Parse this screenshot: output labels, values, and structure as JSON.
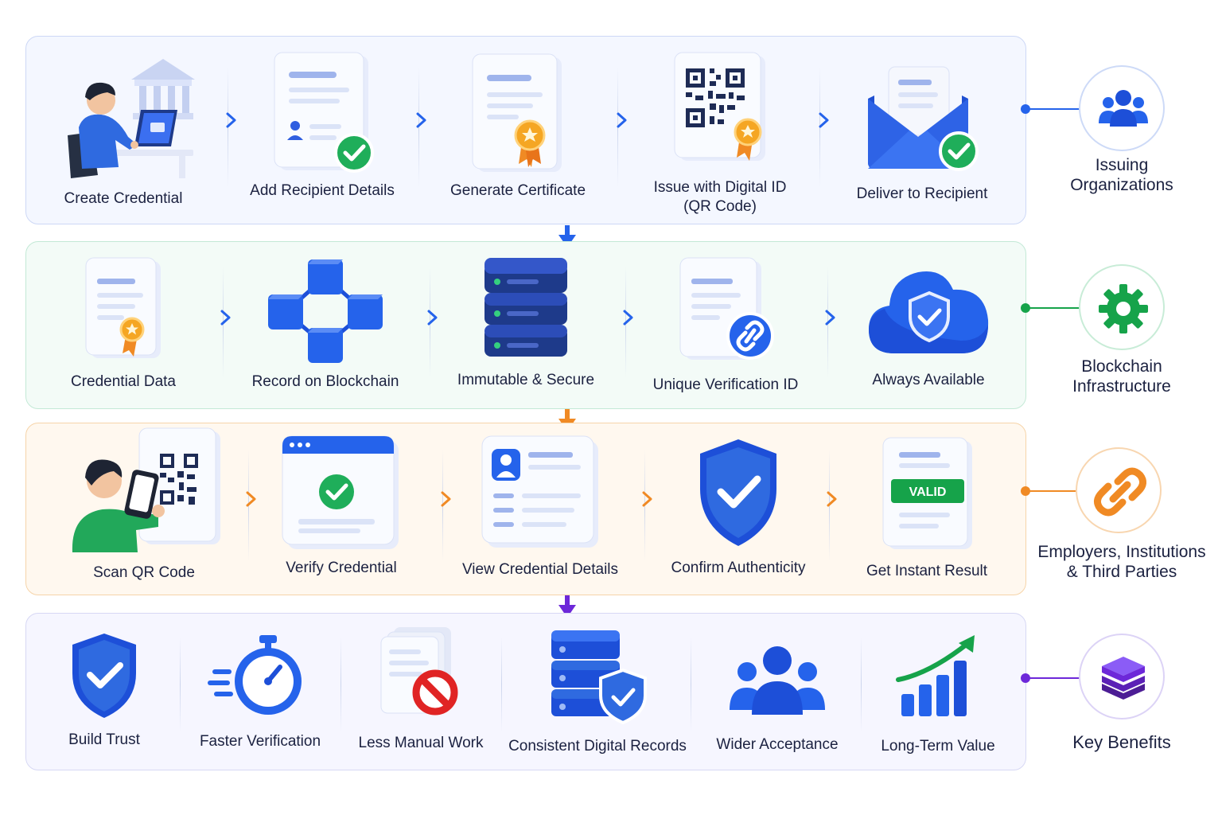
{
  "rows": [
    {
      "steps": [
        "Create Credential",
        "Add Recipient Details",
        "Generate Certificate",
        "Issue with Digital ID\n(QR Code)",
        "Deliver to Recipient"
      ],
      "icons": [
        "person-laptop-bank-icon",
        "document-user-check-icon",
        "certificate-ribbon-icon",
        "qr-code-seal-icon",
        "envelope-check-icon"
      ],
      "side_label": "Issuing\nOrganizations",
      "side_icon": "group-people-icon",
      "color": "#2563eb"
    },
    {
      "steps": [
        "Credential Data",
        "Record on Blockchain",
        "Immutable & Secure",
        "Unique Verification ID",
        "Always Available"
      ],
      "icons": [
        "certificate-document-icon",
        "blockchain-cubes-icon",
        "server-stack-icon",
        "document-link-icon",
        "cloud-shield-icon"
      ],
      "side_label": "Blockchain\nInfrastructure",
      "side_icon": "gear-icon",
      "color": "#16a34a"
    },
    {
      "steps": [
        "Scan QR Code",
        "Verify Credential",
        "View Credential Details",
        "Confirm Authenticity",
        "Get Instant Result"
      ],
      "icons": [
        "person-phone-qr-icon",
        "browser-check-icon",
        "profile-card-icon",
        "shield-check-icon",
        "valid-document-icon"
      ],
      "side_label": "Employers, Institutions\n& Third Parties",
      "side_icon": "chain-link-icon",
      "color": "#f08a24"
    },
    {
      "steps": [
        "Build Trust",
        "Faster Verification",
        "Less Manual Work",
        "Consistent Digital Records",
        "Wider Acceptance",
        "Long-Term Value"
      ],
      "icons": [
        "shield-check-icon",
        "stopwatch-icon",
        "documents-prohibited-icon",
        "database-shield-icon",
        "group-people-icon",
        "growth-chart-icon"
      ],
      "side_label": "Key Benefits",
      "side_icon": "layers-icon",
      "color": "#6d28d9"
    }
  ]
}
